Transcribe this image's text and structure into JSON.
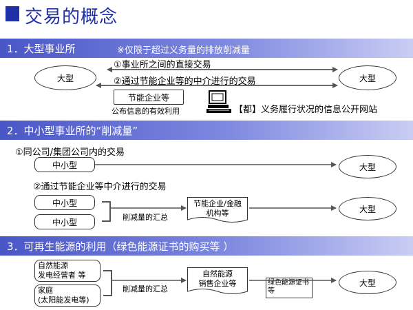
{
  "title": "交易的概念",
  "section1": {
    "heading": "1．大型事业所",
    "note": "※仅限于超过义务量的排放削减量",
    "left_oval": "大型",
    "right_oval": "大型",
    "item1": "①事业所之间的直接交易",
    "item2": "②通过节能企业等的中介进行的交易",
    "box": "节能企业等",
    "box_caption": "公布信息的有效利用",
    "website": "【都】义务履行状况的信息公开网站"
  },
  "section2": {
    "heading": "2．中小型事业所的“削减量”",
    "item1": "①同公司/集团公司内的交易",
    "item1_source": "中小型",
    "item1_target": "大型",
    "item2": "②通过节能企业等中介进行的交易",
    "sources": [
      "中小型",
      "中小型"
    ],
    "aggregation": "削减量的汇总",
    "doc_box": "节能企业/金融\n机构等",
    "target": "大型"
  },
  "section3": {
    "heading": "3．可再生能源的利用（绿色能源证书的购买等 ）",
    "source1": "自然能源\n发电经营者 等",
    "source2": "家庭\n(太阳能发电等)",
    "aggregation": "削减量的汇总",
    "doc_box": "自然能源\n销售企业等",
    "cert": "绿色能源证书\n等",
    "target": "大型"
  }
}
